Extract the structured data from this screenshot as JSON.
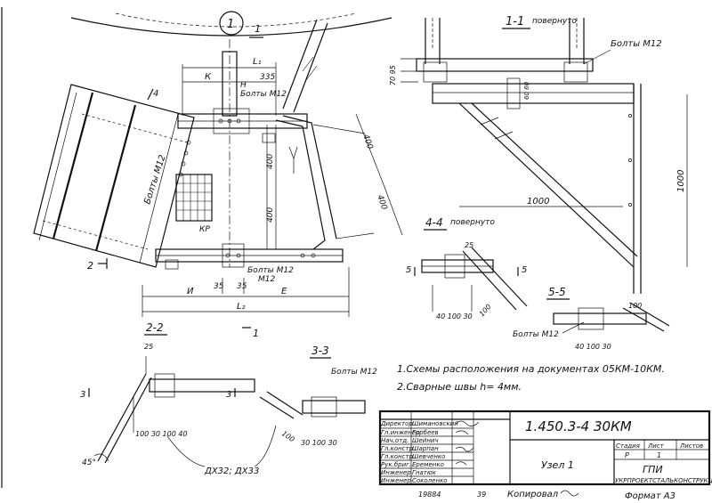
{
  "sheet": {
    "node_circle": "1",
    "mark_1": "1",
    "mark_1b": "1",
    "dims": {
      "L1": "L₁",
      "L2": "L₂",
      "K": "К",
      "N": "Н",
      "I": "И",
      "E": "Е",
      "d335": "335",
      "d35a": "35",
      "d35b": "35",
      "d400a": "400",
      "d400b": "400",
      "d400c": "400",
      "d400d": "400",
      "KR": "КР"
    },
    "bolts_m12_main_top": "Болты М12",
    "bolts_m12_main_left": "Болты М12",
    "bolts_m12_main_bottom": "Болты М12",
    "sec_4": "4",
    "sec_2": "2",
    "section_1_1": {
      "title": "1-1",
      "note": "повернуто",
      "bolts": "Болты М12",
      "d7095": "70 95",
      "d1000h": "1000",
      "d1000v": "1000",
      "d6060": "60 60"
    },
    "section_2_2": {
      "title": "2-2",
      "d25": "25",
      "dims": "100  30  100  40",
      "angle": "45°",
      "mark3a": "3",
      "mark3b": "3"
    },
    "section_3_3": {
      "title": "3-3",
      "bolts": "Болты М12",
      "d100": "100",
      "dims": "30  100  30"
    },
    "section_4_4": {
      "title": "4-4",
      "note": "повернуто",
      "d25": "25",
      "dims": "40 100 30",
      "d100": "100",
      "mark5a": "5",
      "mark5b": "5"
    },
    "section_5_5": {
      "title": "5-5",
      "bolts": "Болты М12",
      "dims": "40 100 30",
      "d100": "100"
    },
    "profiles": "ДХ32; ДХ33",
    "notes": [
      "1.Схемы расположения на документах 05КМ-10КМ.",
      "2.Сварные швы h= 4мм."
    ],
    "title_block": {
      "code": "1.450.3-4  30КМ",
      "name": "Узел 1",
      "stage_h": "Стадия",
      "sheet_h": "Лист",
      "sheets_h": "Листов",
      "stage": "Р",
      "sheet": "1",
      "org1": "ГПИ",
      "org2": "УКРПРОЕКТСТАЛЬКОНСТРУКЦИЯ",
      "roles": [
        "Директор",
        "Гл.инженер",
        "Нач.отд.",
        "Гл.констр.",
        "Гл.констр.",
        "Рук.бриг.",
        "Инженер",
        "Инженер"
      ],
      "names": [
        "Шимановский",
        "Горбеев",
        "Шейнич",
        "Шарпан",
        "Шевченко",
        "Еременко",
        "Гнатюк",
        "Соколенко"
      ]
    },
    "footer": {
      "num": "19884",
      "num2": "39",
      "copied": "Копировал",
      "format": "Формат А3"
    }
  }
}
